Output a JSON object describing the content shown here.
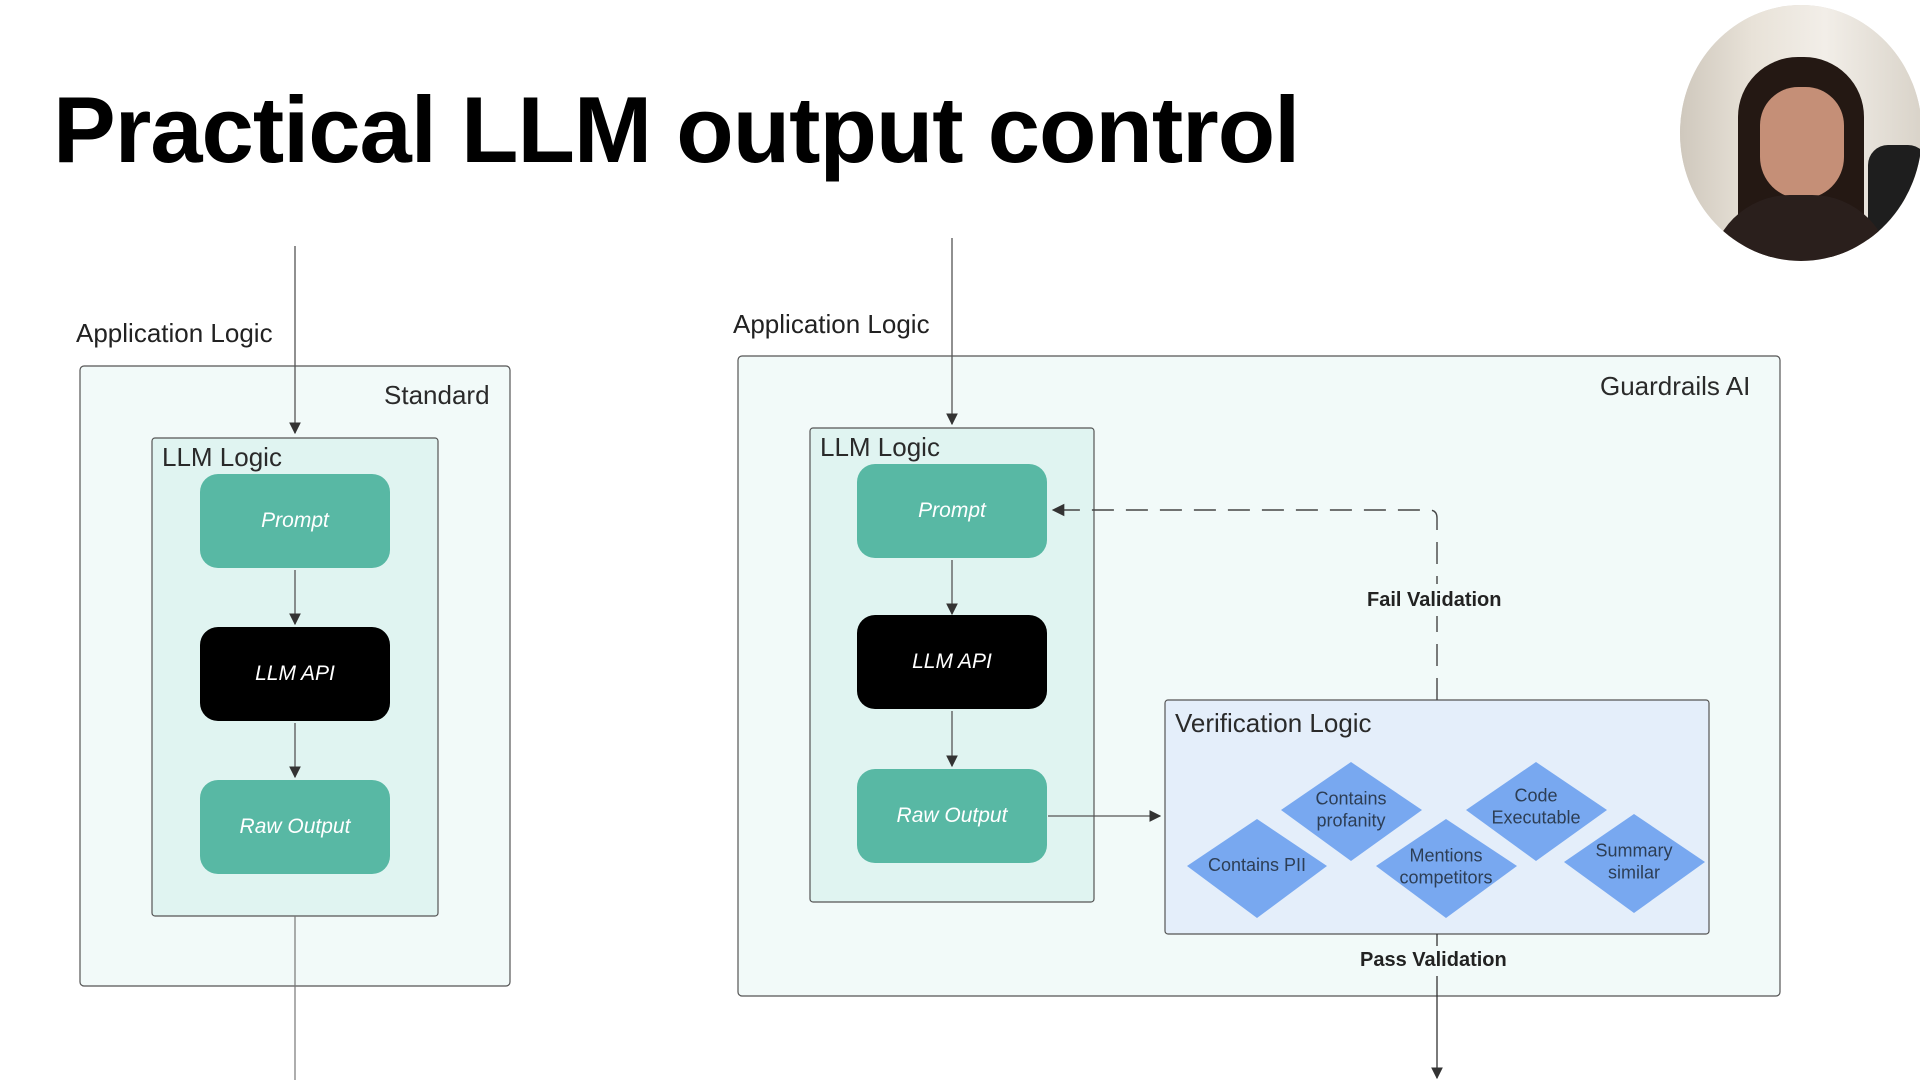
{
  "slide": {
    "title": "Practical LLM output control"
  },
  "standard": {
    "app_label": "Application Logic",
    "container_label": "Standard",
    "llm_label": "LLM Logic",
    "nodes": {
      "prompt": "Prompt",
      "llm_api": "LLM API",
      "raw_output": "Raw Output"
    }
  },
  "guardrails": {
    "app_label": "Application Logic",
    "container_label": "Guardrails AI",
    "llm_label": "LLM Logic",
    "nodes": {
      "prompt": "Prompt",
      "llm_api": "LLM API",
      "raw_output": "Raw Output"
    },
    "verification_label": "Verification Logic",
    "fail_label": "Fail Validation",
    "pass_label": "Pass Validation",
    "checks": [
      {
        "line1": "Contains",
        "line2": "PII"
      },
      {
        "line1": "Contains",
        "line2": "profanity"
      },
      {
        "line1": "Mentions",
        "line2": "competitors"
      },
      {
        "line1": "Code",
        "line2": "Executable"
      },
      {
        "line1": "Summary",
        "line2": "similar"
      }
    ]
  },
  "colors": {
    "outer_fill": "#f2faf9",
    "llm_fill": "#e0f4f1",
    "node_teal": "#58b8a4",
    "node_dark": "#000000",
    "verification_fill": "#e4eefa",
    "diamond_fill": "#78a8f0",
    "line": "#333333"
  },
  "presenter": {
    "icon": "presenter-avatar-icon"
  }
}
